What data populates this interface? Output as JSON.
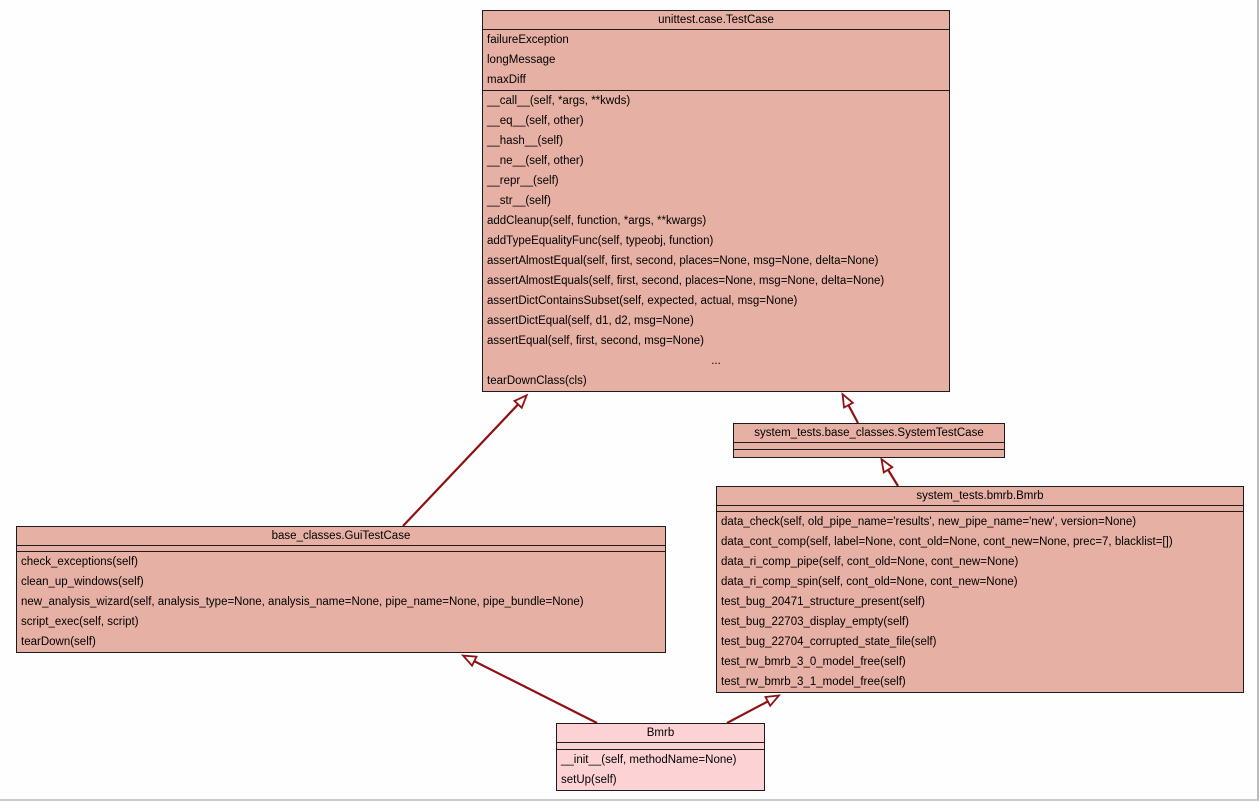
{
  "diagram": {
    "type": "uml-class-inheritance-diagram",
    "colors": {
      "class_fill": "#e6b0a4",
      "highlight_class_fill": "#fcd2d4",
      "box_border": "#1c1c1c",
      "arrow": "#901111",
      "background": "#fdfefd"
    },
    "classes": [
      {
        "title": "unittest.case.TestCase",
        "attributes": [
          "failureException",
          "longMessage",
          "maxDiff"
        ],
        "methods": [
          "__call__(self, *args, **kwds)",
          "__eq__(self, other)",
          "__hash__(self)",
          "__ne__(self, other)",
          "__repr__(self)",
          "__str__(self)",
          "addCleanup(self, function, *args, **kwargs)",
          "addTypeEqualityFunc(self, typeobj, function)",
          "assertAlmostEqual(self, first, second, places=None, msg=None, delta=None)",
          "assertAlmostEquals(self, first, second, places=None, msg=None, delta=None)",
          "assertDictContainsSubset(self, expected, actual, msg=None)",
          "assertDictEqual(self, d1, d2, msg=None)",
          "assertEqual(self, first, second, msg=None)",
          "...",
          "tearDownClass(cls)"
        ]
      },
      {
        "title": "system_tests.base_classes.SystemTestCase",
        "attributes": [],
        "methods": []
      },
      {
        "title": "system_tests.bmrb.Bmrb",
        "attributes": [],
        "methods": [
          "data_check(self, old_pipe_name='results', new_pipe_name='new', version=None)",
          "data_cont_comp(self, label=None, cont_old=None, cont_new=None, prec=7, blacklist=[])",
          "data_ri_comp_pipe(self, cont_old=None, cont_new=None)",
          "data_ri_comp_spin(self, cont_old=None, cont_new=None)",
          "test_bug_20471_structure_present(self)",
          "test_bug_22703_display_empty(self)",
          "test_bug_22704_corrupted_state_file(self)",
          "test_rw_bmrb_3_0_model_free(self)",
          "test_rw_bmrb_3_1_model_free(self)"
        ]
      },
      {
        "title": "base_classes.GuiTestCase",
        "attributes": [],
        "methods": [
          "check_exceptions(self)",
          "clean_up_windows(self)",
          "new_analysis_wizard(self, analysis_type=None, analysis_name=None, pipe_name=None, pipe_bundle=None)",
          "script_exec(self, script)",
          "tearDown(self)"
        ]
      },
      {
        "title": "Bmrb",
        "attributes": [],
        "methods": [
          "__init__(self, methodName=None)",
          "setUp(self)"
        ]
      }
    ],
    "inheritance": [
      {
        "from": "base_classes.GuiTestCase",
        "to": "unittest.case.TestCase"
      },
      {
        "from": "system_tests.base_classes.SystemTestCase",
        "to": "unittest.case.TestCase"
      },
      {
        "from": "system_tests.bmrb.Bmrb",
        "to": "system_tests.base_classes.SystemTestCase"
      },
      {
        "from": "Bmrb",
        "to": "base_classes.GuiTestCase"
      },
      {
        "from": "Bmrb",
        "to": "system_tests.bmrb.Bmrb"
      }
    ]
  }
}
